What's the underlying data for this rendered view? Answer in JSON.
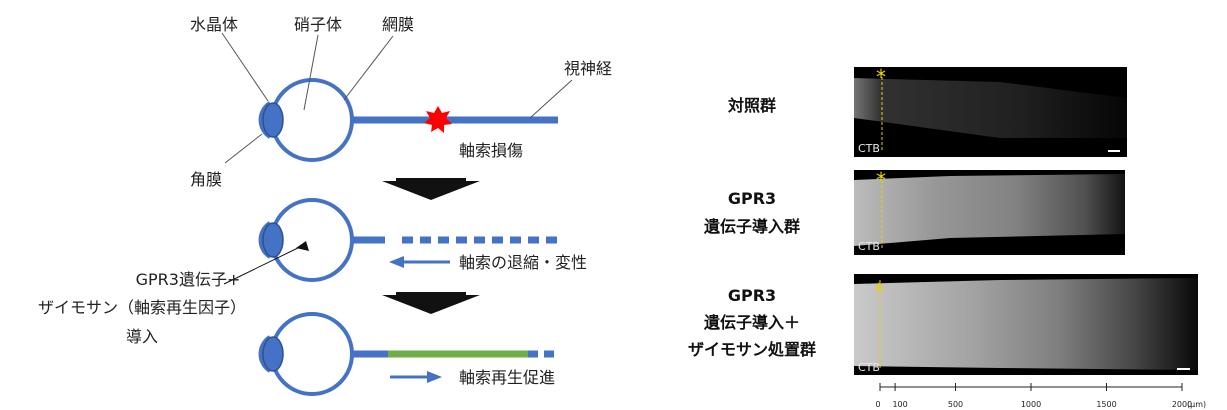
{
  "eye_labels": {
    "lens": "水晶体",
    "vitreous": "硝子体",
    "retina": "網膜",
    "optic_nerve": "視神経",
    "cornea": "角膜",
    "injury": "軸索損傷"
  },
  "stage2_label": "軸索の退縮・変性",
  "stage3_label": "軸索再生促進",
  "treatment_label": [
    "GPR3遺伝子+",
    "ザイモサン（軸索再生因子）",
    "導入"
  ],
  "group_labels": {
    "control": [
      "対照群"
    ],
    "gpr3": [
      "GPR3",
      "遺伝子導入群"
    ],
    "gpr3_zymosan": [
      "GPR3",
      "遺伝子導入＋",
      "ザイモサン処置群"
    ]
  },
  "image_tag": "CTB",
  "asterisk": "*",
  "scale_axis": {
    "ticks": [
      "0",
      "100",
      "500",
      "1000",
      "1500",
      "2000"
    ],
    "unit": "(μm)"
  },
  "colors": {
    "eye": "#4472c4",
    "regen": "#70ad47",
    "injury": "#ff0000",
    "arrow_down": "#111111",
    "marker": "#e6d200"
  }
}
